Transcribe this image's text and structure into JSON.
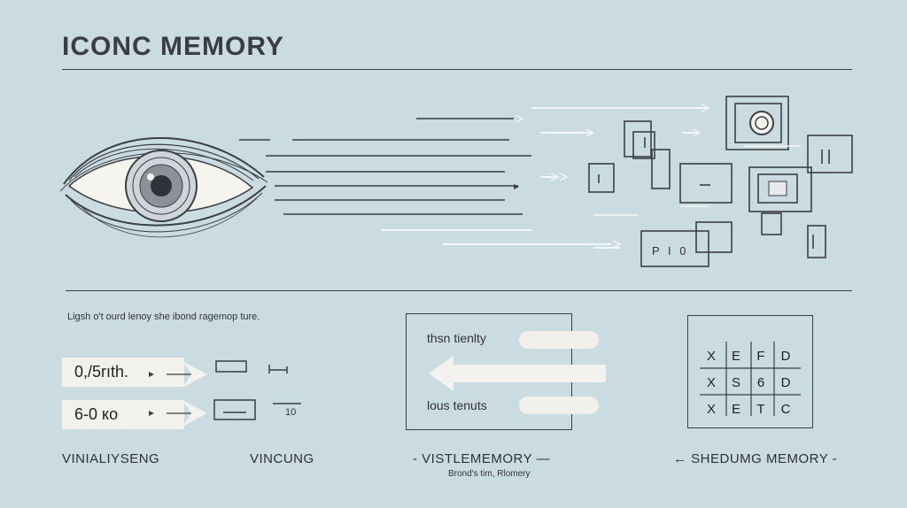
{
  "header": {
    "title": "ICONC MEMORY"
  },
  "caption": "Ligsh o't ourd lenoy she ibond ragemop ture.",
  "chips": [
    {
      "text": "0,/5rıth."
    },
    {
      "text": "6-0 ко"
    }
  ],
  "mini_labels": [
    "10"
  ],
  "bottom_labels": {
    "left": "VINIALIYSENG",
    "middle": "VINCUNG",
    "visual": "VISTLEMEMORY",
    "visual_sub": "Brond's tim, Rlomery",
    "short": "SHEDUMG MEMORY"
  },
  "visual_box": {
    "top_text": "thsn tienlty",
    "bottom_text": "lous tenuts"
  },
  "icon_panel": {
    "p_label": "P I 0"
  },
  "grid": {
    "rows": [
      [
        "X",
        "E",
        "F",
        "D"
      ],
      [
        "X",
        "S",
        "6",
        "D"
      ],
      [
        "X",
        "E",
        "T",
        "C"
      ]
    ]
  },
  "colors": {
    "background": "#cbdbe2",
    "ink": "#3b3e43",
    "light": "#f2f1ec"
  }
}
